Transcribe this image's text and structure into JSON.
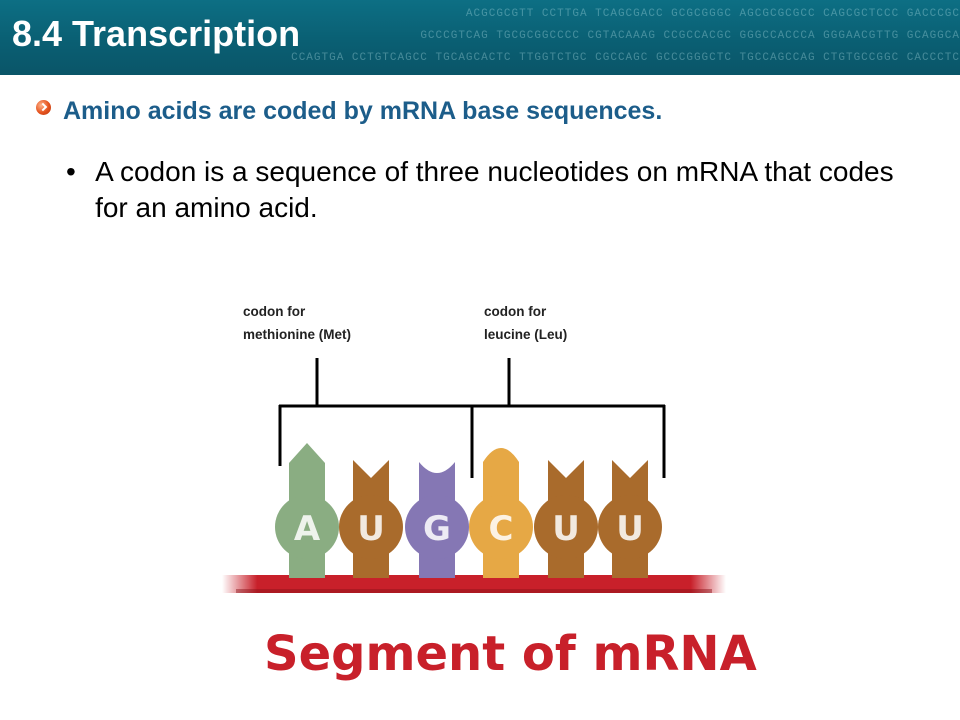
{
  "header": {
    "title": "8.4 Transcription",
    "background_sequences": [
      "ACGCGCGTT  CCTTGA  TCAGCGACC  GCGCGGGC  AGCGCGCGCC  CAGCGCTCCC  GACCCGC",
      "GCCCGTCAG  TGCGCGGCCCC  CGTACAAAG  CCGCCACGC  GGGCCACCCA  GGGAACGTTG  GCAGGCA",
      "CCAGTGA  CCTGTCAGCC  TGCAGCACTC  TTGGTCTGC  CGCCAGC  GCCCGGGCTC  TGCCAGCCAG  CTGTGCCGGC  CACCCTC"
    ],
    "colors": {
      "background": "#0a5f73",
      "title": "#ffffff"
    }
  },
  "heading": {
    "text": "Amino acids are coded by mRNA base sequences.",
    "color": "#1c5d8a",
    "bullet_icon": "orange-circle-checkmark-icon"
  },
  "bullets": [
    "A codon is a sequence of three nucleotides on mRNA that codes for an amino acid."
  ],
  "diagram": {
    "codons": [
      {
        "label_line1": "codon  for",
        "label_line2": "methionine  (Met)"
      },
      {
        "label_line1": "codon  for",
        "label_line2": "leucine  (Leu)"
      }
    ],
    "bases": [
      {
        "letter": "A",
        "color": "#8aad82",
        "cap": "arrow"
      },
      {
        "letter": "U",
        "color": "#a96b2c",
        "cap": "notch"
      },
      {
        "letter": "G",
        "color": "#8577b4",
        "cap": "cup"
      },
      {
        "letter": "C",
        "color": "#e6a845",
        "cap": "round"
      },
      {
        "letter": "U",
        "color": "#a96b2c",
        "cap": "notch"
      },
      {
        "letter": "U",
        "color": "#a96b2c",
        "cap": "notch"
      }
    ],
    "backbone_color": "#c8202a",
    "segment_title": "Segment of mRNA"
  }
}
